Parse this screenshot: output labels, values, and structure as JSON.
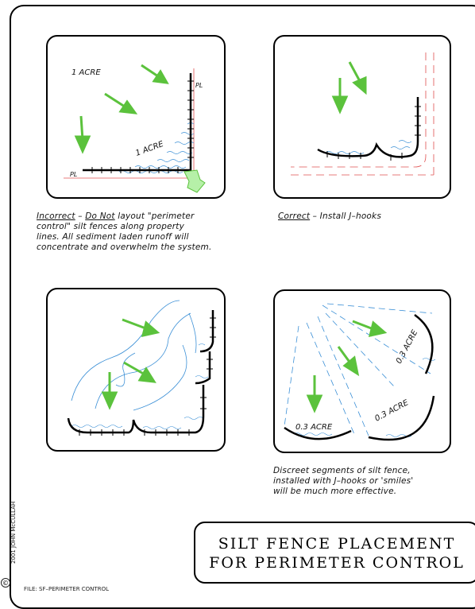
{
  "panels": {
    "incorrect": {
      "label_top": "1 ACRE",
      "label_mid": "1 ACRE",
      "pl_top": "PL",
      "pl_bottom": "PL"
    },
    "correct": {},
    "jhooks": {},
    "discreet": {
      "label_right": "0.3 ACRE",
      "label_mid": "0.3 ACRE",
      "label_left": "0.3 ACRE"
    }
  },
  "captions": {
    "incorrect": {
      "word1": "Incorrect",
      "dash": " – ",
      "word2": "Do Not",
      "rest1": " layout \"perimeter",
      "line2": "control\" silt fences along property",
      "line3": "lines.  All sediment laden runoff will",
      "line4": "concentrate and overwhelm the system."
    },
    "correct": {
      "word1": "Correct",
      "rest": " – Install J–hooks"
    },
    "discreet": {
      "line1": "Discreet segments of silt fence,",
      "line2": "installed with J–hooks or 'smiles'",
      "line3": "will be much more effective."
    }
  },
  "title": {
    "line1": "SILT FENCE PLACEMENT",
    "line2": "FOR PERIMETER CONTROL"
  },
  "footer": {
    "copyright": "2001 JOHN McCULLAH",
    "copyright_symbol": "©",
    "file": "FILE: SF–PERIMETER CONTROL"
  },
  "colors": {
    "arrow": "#5bc23c",
    "water": "#3a8fd6",
    "property_line": "#e05050",
    "fence": "#000000"
  }
}
